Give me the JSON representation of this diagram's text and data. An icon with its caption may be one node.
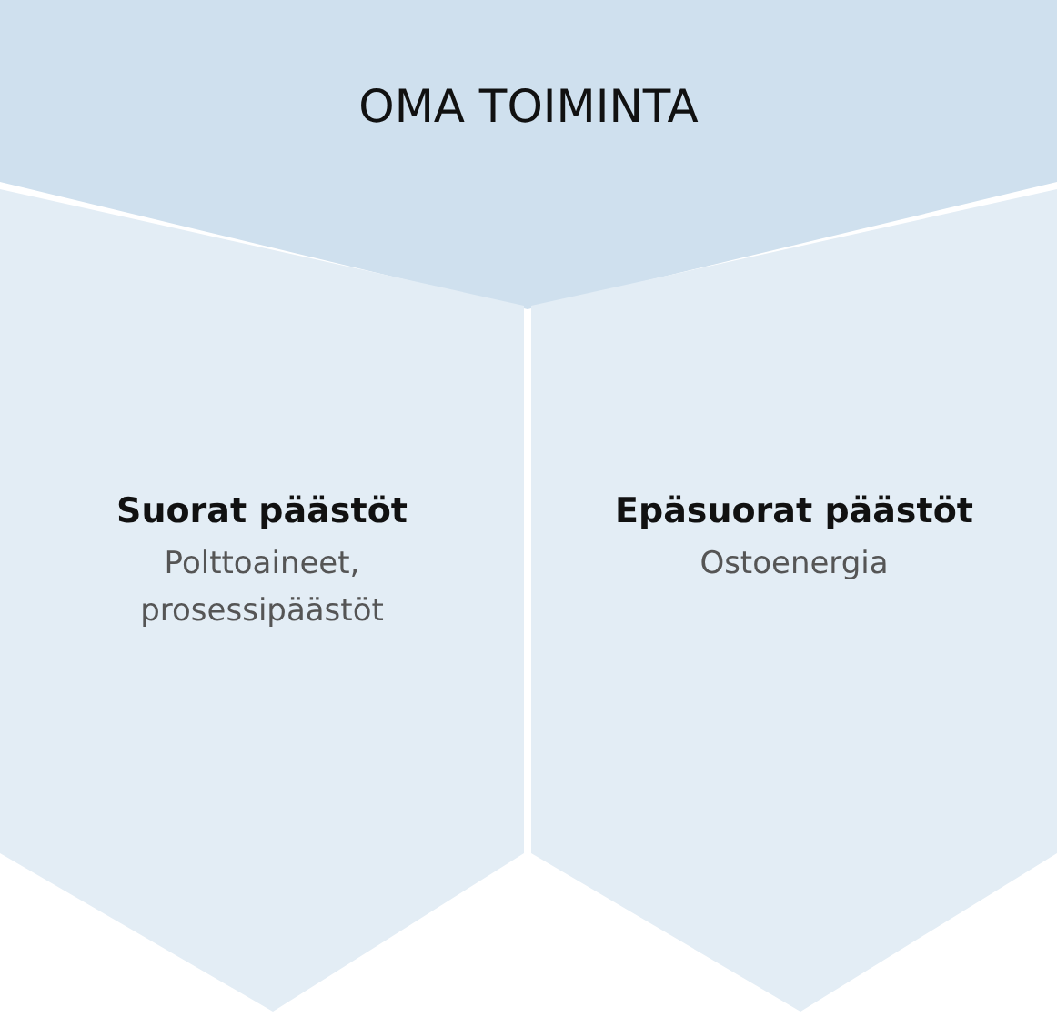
{
  "diagram": {
    "nodes": [
      {
        "text": [
          "OMA TOIMINTA"
        ]
      },
      {
        "text": [
          "Suorat päästöt",
          "Polttoaineet, prosessipäästöt"
        ]
      },
      {
        "text": [
          "Epäsuorat päästöt",
          "Ostoenergia"
        ]
      }
    ]
  }
}
